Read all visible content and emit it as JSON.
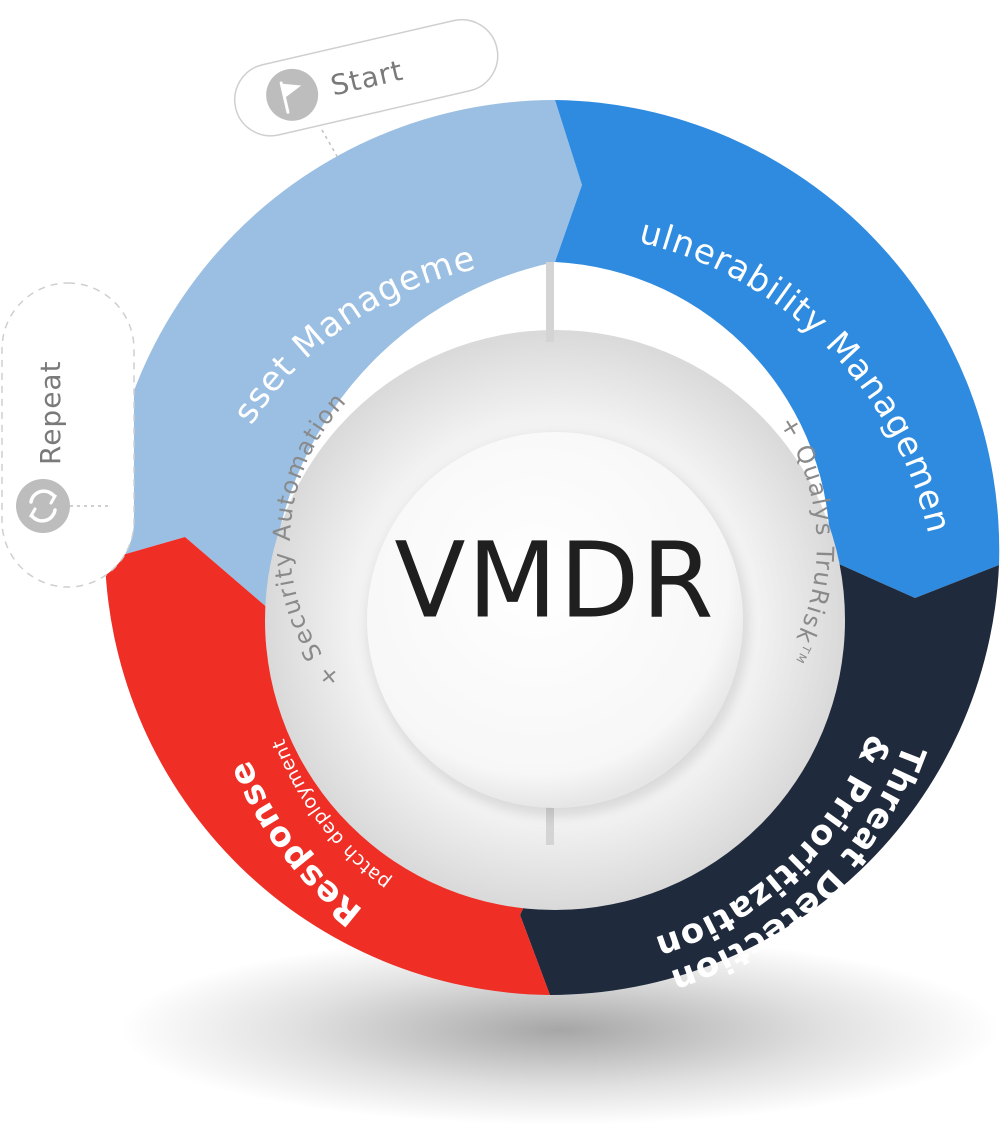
{
  "center": {
    "title": "VMDR"
  },
  "segments": {
    "asset_management": {
      "label": "Asset Management",
      "color": "#9bbfe3"
    },
    "vulnerability_management": {
      "label": "Vulnerability Management",
      "color": "#2f8be0"
    },
    "threat_detection": {
      "line1": "Threat Detection",
      "line2": "& Prioritization",
      "color": "#1f2a3c"
    },
    "response": {
      "label": "Response",
      "sub": "patch deployment",
      "color": "#ef2e25"
    }
  },
  "inner_ring": {
    "left": "+ Security Automation",
    "right": "+ Qualys TruRisk",
    "trademark": "TM"
  },
  "start": {
    "label": "Start",
    "icon": "flag-icon"
  },
  "repeat": {
    "label": "Repeat",
    "icon": "refresh-icon"
  }
}
